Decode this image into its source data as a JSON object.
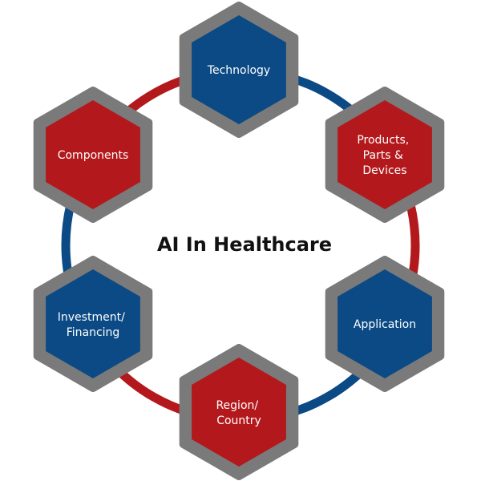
{
  "title": "AI In Healthcare",
  "colors": {
    "blue": "#0b4a85",
    "red": "#b3191c",
    "border": "#7a7a7a"
  },
  "nodes": [
    {
      "key": "technology",
      "lines": [
        "Technology"
      ],
      "color": "blue"
    },
    {
      "key": "products",
      "lines": [
        "Products,",
        "Parts &",
        "Devices"
      ],
      "color": "red"
    },
    {
      "key": "application",
      "lines": [
        "Application"
      ],
      "color": "blue"
    },
    {
      "key": "region",
      "lines": [
        "Region/",
        "Country"
      ],
      "color": "red"
    },
    {
      "key": "investment",
      "lines": [
        "Investment/",
        "Financing"
      ],
      "color": "blue"
    },
    {
      "key": "components",
      "lines": [
        "Components"
      ],
      "color": "red"
    }
  ]
}
